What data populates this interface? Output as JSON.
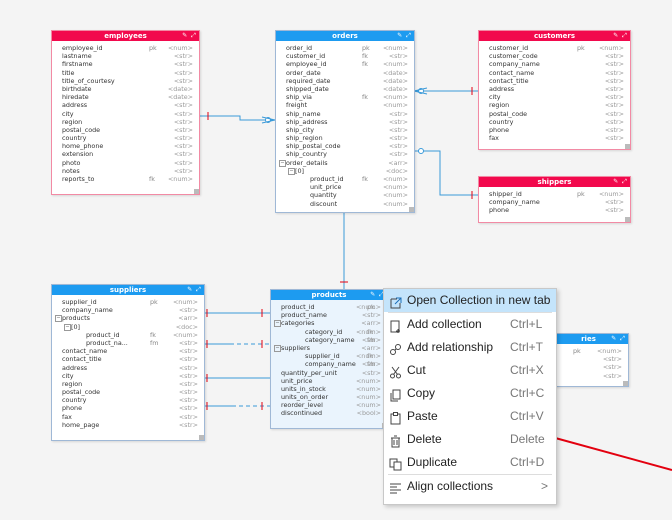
{
  "entities": {
    "employees": {
      "title": "employees",
      "fields": [
        {
          "name": "employee_id",
          "key": "pk",
          "type": "<num>"
        },
        {
          "name": "lastname",
          "key": "",
          "type": "<str>"
        },
        {
          "name": "firstname",
          "key": "",
          "type": "<str>"
        },
        {
          "name": "title",
          "key": "",
          "type": "<str>"
        },
        {
          "name": "title_of_courtesy",
          "key": "",
          "type": "<str>"
        },
        {
          "name": "birthdate",
          "key": "",
          "type": "<date>"
        },
        {
          "name": "hiredate",
          "key": "",
          "type": "<date>"
        },
        {
          "name": "address",
          "key": "",
          "type": "<str>"
        },
        {
          "name": "city",
          "key": "",
          "type": "<str>"
        },
        {
          "name": "region",
          "key": "",
          "type": "<str>"
        },
        {
          "name": "postal_code",
          "key": "",
          "type": "<str>"
        },
        {
          "name": "country",
          "key": "",
          "type": "<str>"
        },
        {
          "name": "home_phone",
          "key": "",
          "type": "<str>"
        },
        {
          "name": "extension",
          "key": "",
          "type": "<str>"
        },
        {
          "name": "photo",
          "key": "",
          "type": "<str>"
        },
        {
          "name": "notes",
          "key": "",
          "type": "<str>"
        },
        {
          "name": "reports_to",
          "key": "fk",
          "type": "<num>"
        }
      ]
    },
    "orders": {
      "title": "orders",
      "fields": [
        {
          "name": "order_id",
          "key": "pk",
          "type": "<num>"
        },
        {
          "name": "customer_id",
          "key": "fk",
          "type": "<str>"
        },
        {
          "name": "employee_id",
          "key": "fk",
          "type": "<num>"
        },
        {
          "name": "order_date",
          "key": "",
          "type": "<date>"
        },
        {
          "name": "required_date",
          "key": "",
          "type": "<date>"
        },
        {
          "name": "shipped_date",
          "key": "",
          "type": "<date>"
        },
        {
          "name": "ship_via",
          "key": "fk",
          "type": "<num>"
        },
        {
          "name": "freight",
          "key": "",
          "type": "<num>"
        },
        {
          "name": "ship_name",
          "key": "",
          "type": "<str>"
        },
        {
          "name": "ship_address",
          "key": "",
          "type": "<str>"
        },
        {
          "name": "ship_city",
          "key": "",
          "type": "<str>"
        },
        {
          "name": "ship_region",
          "key": "",
          "type": "<str>"
        },
        {
          "name": "ship_postal_code",
          "key": "",
          "type": "<str>"
        },
        {
          "name": "ship_country",
          "key": "",
          "type": "<str>"
        },
        {
          "name": "order_details",
          "key": "",
          "type": "<arr>",
          "toggle": "−"
        },
        {
          "name": "[0]",
          "key": "",
          "type": "<doc>",
          "toggle": "−",
          "indent": 1
        },
        {
          "name": "product_id",
          "key": "fk",
          "type": "<num>",
          "indent": 2
        },
        {
          "name": "unit_price",
          "key": "",
          "type": "<num>",
          "indent": 2
        },
        {
          "name": "quantity",
          "key": "",
          "type": "<num>",
          "indent": 2
        },
        {
          "name": "discount",
          "key": "",
          "type": "<num>",
          "indent": 2
        }
      ]
    },
    "customers": {
      "title": "customers",
      "fields": [
        {
          "name": "customer_id",
          "key": "pk",
          "type": "<num>"
        },
        {
          "name": "customer_code",
          "key": "",
          "type": "<str>"
        },
        {
          "name": "company_name",
          "key": "",
          "type": "<str>"
        },
        {
          "name": "contact_name",
          "key": "",
          "type": "<str>"
        },
        {
          "name": "contact_title",
          "key": "",
          "type": "<str>"
        },
        {
          "name": "address",
          "key": "",
          "type": "<str>"
        },
        {
          "name": "city",
          "key": "",
          "type": "<str>"
        },
        {
          "name": "region",
          "key": "",
          "type": "<str>"
        },
        {
          "name": "postal_code",
          "key": "",
          "type": "<str>"
        },
        {
          "name": "country",
          "key": "",
          "type": "<str>"
        },
        {
          "name": "phone",
          "key": "",
          "type": "<str>"
        },
        {
          "name": "fax",
          "key": "",
          "type": "<str>"
        }
      ]
    },
    "shippers": {
      "title": "shippers",
      "fields": [
        {
          "name": "shipper_id",
          "key": "pk",
          "type": "<num>"
        },
        {
          "name": "company_name",
          "key": "",
          "type": "<str>"
        },
        {
          "name": "phone",
          "key": "",
          "type": "<str>"
        }
      ]
    },
    "suppliers": {
      "title": "suppliers",
      "fields": [
        {
          "name": "supplier_id",
          "key": "pk",
          "type": "<num>"
        },
        {
          "name": "company_name",
          "key": "",
          "type": "<str>"
        },
        {
          "name": "products",
          "key": "",
          "type": "<arr>",
          "toggle": "−"
        },
        {
          "name": "[0]",
          "key": "",
          "type": "<doc>",
          "toggle": "−",
          "indent": 1
        },
        {
          "name": "product_id",
          "key": "fk",
          "type": "<num>",
          "indent": 2
        },
        {
          "name": "product_na...",
          "key": "fm",
          "type": "<str>",
          "indent": 2
        },
        {
          "name": "contact_name",
          "key": "",
          "type": "<str>"
        },
        {
          "name": "contact_title",
          "key": "",
          "type": "<str>"
        },
        {
          "name": "address",
          "key": "",
          "type": "<str>"
        },
        {
          "name": "city",
          "key": "",
          "type": "<str>"
        },
        {
          "name": "region",
          "key": "",
          "type": "<str>"
        },
        {
          "name": "postal_code",
          "key": "",
          "type": "<str>"
        },
        {
          "name": "country",
          "key": "",
          "type": "<str>"
        },
        {
          "name": "phone",
          "key": "",
          "type": "<str>"
        },
        {
          "name": "fax",
          "key": "",
          "type": "<str>"
        },
        {
          "name": "home_page",
          "key": "",
          "type": "<str>"
        }
      ]
    },
    "products": {
      "title": "products",
      "fields": [
        {
          "name": "product_id",
          "key": "pk",
          "type": "<num>"
        },
        {
          "name": "product_name",
          "key": "",
          "type": "<str>"
        },
        {
          "name": "categories",
          "key": "",
          "type": "<arr>",
          "toggle": "−"
        },
        {
          "name": "category_id",
          "key": "fk",
          "type": "<num>",
          "indent": 2
        },
        {
          "name": "category_name",
          "key": "fm",
          "type": "<str>",
          "indent": 2
        },
        {
          "name": "suppliers",
          "key": "",
          "type": "<arr>",
          "toggle": "−"
        },
        {
          "name": "supplier_id",
          "key": "fk",
          "type": "<num>",
          "indent": 2
        },
        {
          "name": "company_name",
          "key": "fm",
          "type": "<str>",
          "indent": 2
        },
        {
          "name": "quantity_per_unit",
          "key": "",
          "type": "<str>"
        },
        {
          "name": "unit_price",
          "key": "",
          "type": "<num>"
        },
        {
          "name": "units_in_stock",
          "key": "",
          "type": "<num>"
        },
        {
          "name": "units_on_order",
          "key": "",
          "type": "<num>"
        },
        {
          "name": "reorder_level",
          "key": "",
          "type": "<num>"
        },
        {
          "name": "discontinued",
          "key": "",
          "type": "<bool>"
        }
      ]
    },
    "categories": {
      "title": "ries",
      "fields": [
        {
          "name": "",
          "key": "pk",
          "type": "<num>"
        },
        {
          "name": "",
          "key": "",
          "type": "<str>"
        },
        {
          "name": "",
          "key": "",
          "type": "<str>"
        },
        {
          "name": "",
          "key": "",
          "type": "<str>"
        }
      ]
    }
  },
  "context_menu": {
    "items": [
      {
        "id": "open-collection",
        "icon": "open-new-tab-icon",
        "label": "Open Collection in new tab",
        "shortcut": "",
        "highlighted": true
      },
      {
        "sep": true
      },
      {
        "id": "add-collection",
        "icon": "add-collection-icon",
        "label": "Add collection",
        "shortcut": "Ctrl+L"
      },
      {
        "id": "add-relationship",
        "icon": "relationship-icon",
        "label": "Add relationship",
        "shortcut": "Ctrl+T"
      },
      {
        "id": "cut",
        "icon": "scissors-icon",
        "label": "Cut",
        "shortcut": "Ctrl+X"
      },
      {
        "id": "copy",
        "icon": "copy-icon",
        "label": "Copy",
        "shortcut": "Ctrl+C"
      },
      {
        "id": "paste",
        "icon": "paste-icon",
        "label": "Paste",
        "shortcut": "Ctrl+V"
      },
      {
        "id": "delete",
        "icon": "trash-icon",
        "label": "Delete",
        "shortcut": "Delete"
      },
      {
        "id": "duplicate",
        "icon": "duplicate-icon",
        "label": "Duplicate",
        "shortcut": "Ctrl+D"
      },
      {
        "sep": true
      },
      {
        "id": "align-collections",
        "icon": "align-icon",
        "label": "Align collections",
        "shortcut": "",
        "submenu": ">"
      }
    ]
  },
  "colors": {
    "pink_header": "#f2094d",
    "blue_header": "#1d9bf0",
    "connector": "#3a9ad9",
    "menu_highlight": "#c4e4fb",
    "annotation_arrow": "#e3000f"
  }
}
